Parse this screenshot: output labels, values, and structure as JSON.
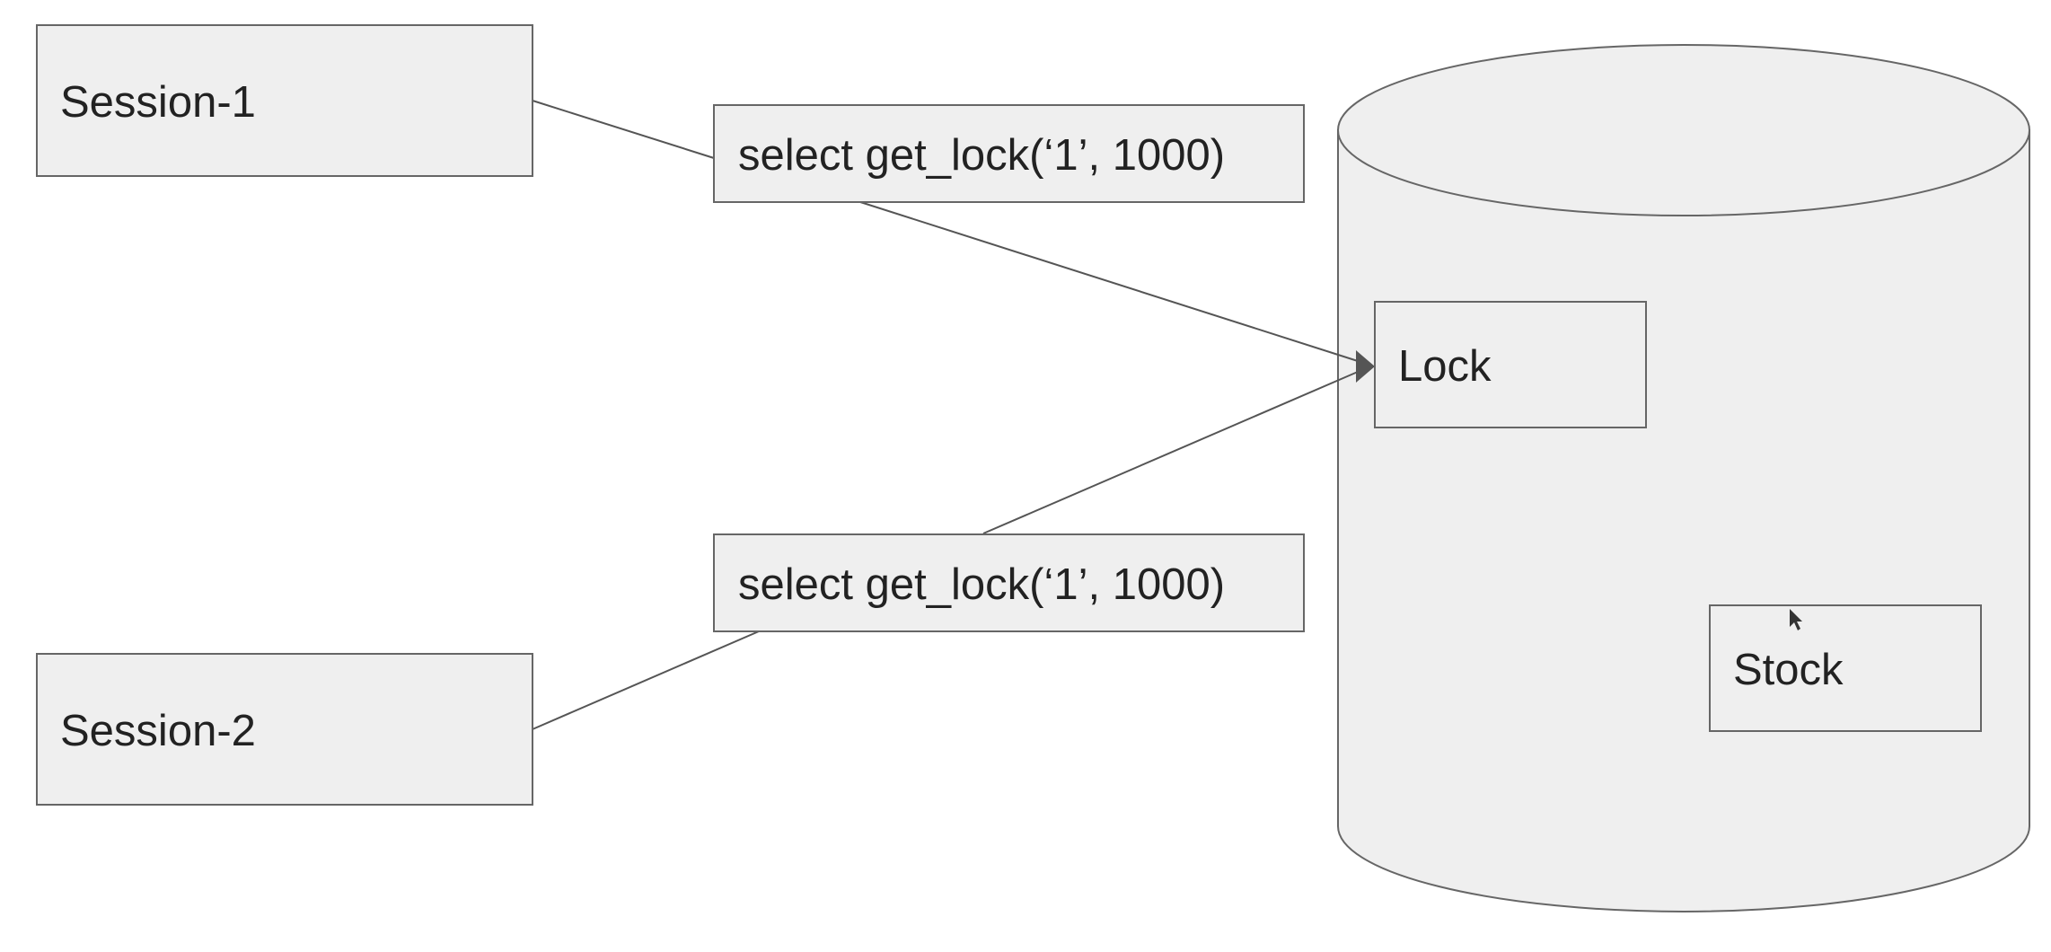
{
  "sessions": {
    "session_1": "Session-1",
    "session_2": "Session-2"
  },
  "queries": {
    "query_1": "select get_lock(‘1’, 1000)",
    "query_2": "select get_lock(‘1’, 1000)"
  },
  "database": {
    "lock_table": "Lock",
    "stock_table": "Stock"
  },
  "colors": {
    "shape_fill": "#efefef",
    "shape_stroke": "#666666",
    "connector": "#555555",
    "text": "#222222"
  }
}
